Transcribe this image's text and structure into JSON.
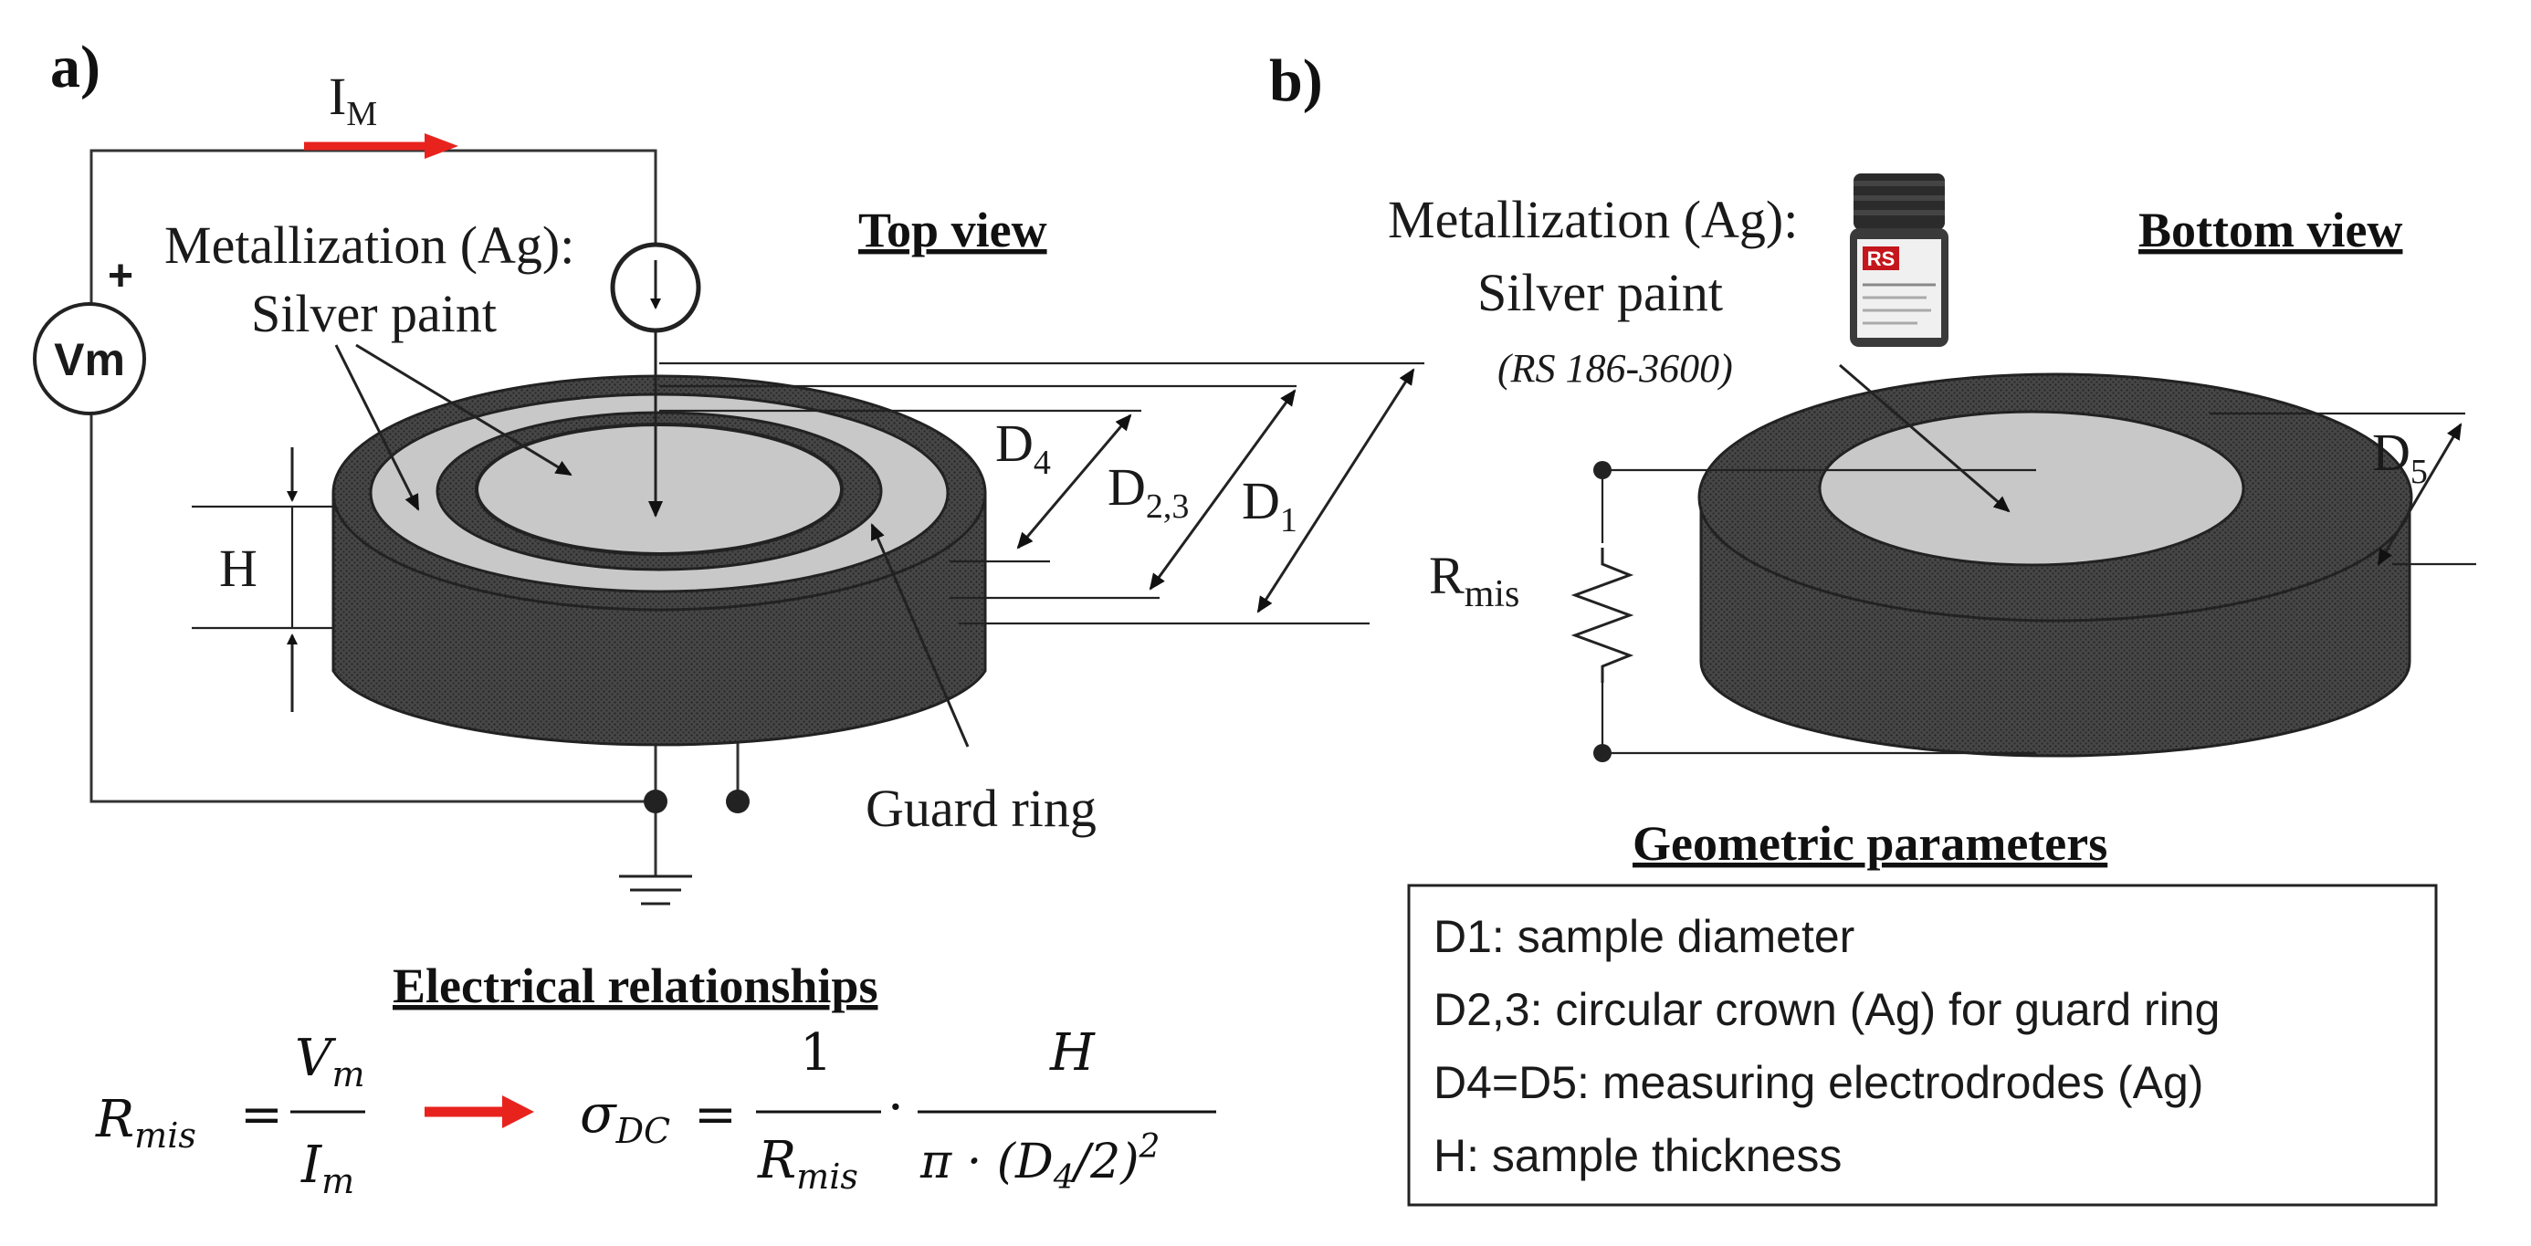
{
  "panel_a": {
    "letter": "a)",
    "current_main": "I",
    "current_sub": "M",
    "voltmeter": "Vm",
    "plus": "+",
    "metal_label": "Metallization (Ag):",
    "silver_label": "Silver paint",
    "view_title": "Top view",
    "dim_d4": "D",
    "dim_d4_sub": "4",
    "dim_d23": "D",
    "dim_d23_sub": "2,3",
    "dim_d1": "D",
    "dim_d1_sub": "1",
    "dim_h": "H",
    "guard_label": "Guard ring"
  },
  "panel_b": {
    "letter": "b)",
    "metal_label": "Metallization (Ag):",
    "silver_label": "Silver paint",
    "part_number": "(RS 186-3600)",
    "view_title": "Bottom view",
    "dim_d5": "D",
    "dim_d5_sub": "5",
    "r_main": "R",
    "r_sub": "mis",
    "jar_label": "RS"
  },
  "electrical": {
    "title": "Electrical relationships",
    "r": "R",
    "r_sub": "mis",
    "eq": "=",
    "vm": "V",
    "vm_sub": "m",
    "im": "I",
    "im_sub": "m",
    "sigma": "σ",
    "sigma_sub": "DC",
    "one": "1",
    "rmis": "R",
    "rmis_sub": "mis",
    "dot": "·",
    "h": "H",
    "pi_expr": "π · (D",
    "pi_sub": "4",
    "pi_tail": "/2)",
    "sq": "2"
  },
  "geometric": {
    "title": "Geometric parameters",
    "lines": [
      "D1: sample diameter",
      "D2,3: circular crown (Ag) for guard ring",
      "D4=D5: measuring electrodrodes (Ag)",
      "H: sample thickness"
    ]
  },
  "colors": {
    "arrow_red": "#e8231e",
    "disc_dark": "#3d3d3d",
    "ag_grey": "#c8c8c8"
  }
}
